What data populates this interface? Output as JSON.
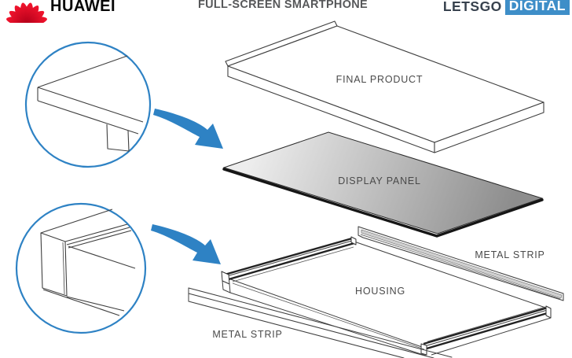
{
  "header": {
    "huawei_wordmark": "HUAWEI",
    "title": "FULL-SCREEN SMARTPHONE",
    "letsgo": "LETSGO",
    "digital": "DIGITAL"
  },
  "diagram": {
    "labels": {
      "final_product": "FINAL PRODUCT",
      "display_panel": "DISPLAY PANEL",
      "metal_strip_right": "METAL STRIP",
      "housing": "HOUSING",
      "metal_strip_bottom": "METAL STRIP"
    },
    "colors": {
      "accent_blue": "#2e82c4",
      "huawei_red": "#d5001c",
      "digital_box_blue": "#3e8ec8",
      "letsgo_text": "#38424e",
      "title_text": "#57585a",
      "label_text": "#4a4a4a",
      "sketch_line": "#3f3f3f",
      "panel_light": "#ededed",
      "panel_dark": "#8d8d8d"
    }
  }
}
